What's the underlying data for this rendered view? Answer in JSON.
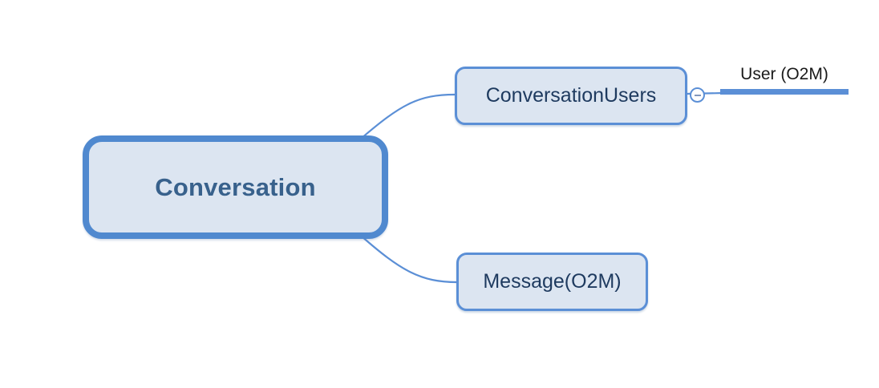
{
  "mindmap": {
    "root": {
      "label": "Conversation"
    },
    "branches": [
      {
        "label": "ConversationUsers",
        "collapsed": false,
        "toggle_icon": "minus-circle-icon",
        "children": [
          {
            "label": "User (O2M)",
            "style": "underline-topic"
          }
        ]
      },
      {
        "label": "Message(O2M)",
        "children": []
      }
    ],
    "colors": {
      "accent_blue": "#5b8fd6",
      "root_border": "#5089cf",
      "node_fill": "#dce5f1",
      "root_text": "#38618c",
      "child_text": "#1e3a5f",
      "leaf_text": "#1a1a1a",
      "background": "#ffffff"
    }
  }
}
